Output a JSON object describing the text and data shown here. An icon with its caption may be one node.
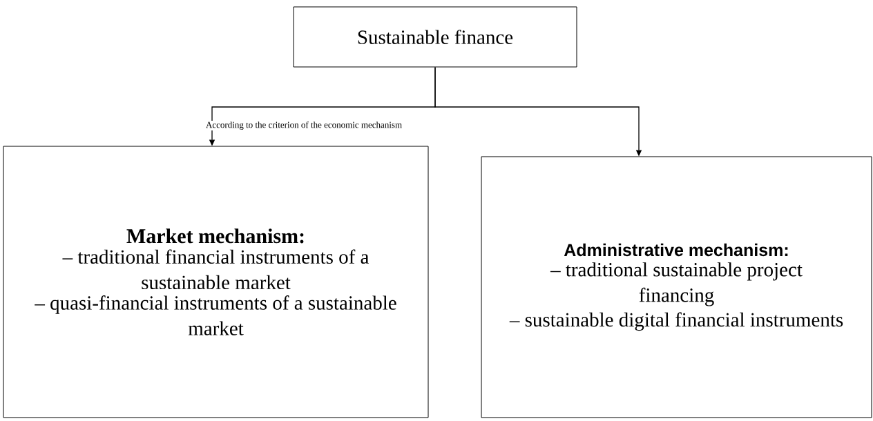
{
  "diagram": {
    "nodes": [
      {
        "text": [
          "Sustainable finance"
        ]
      },
      {
        "text": [
          "Market mechanism:",
          "– traditional financial instruments of a sustainable market",
          "– quasi-financial instruments of a sustainable market"
        ]
      },
      {
        "text": [
          "Administrative mechanism:",
          "– traditional sustainable project financing",
          "– sustainable digital financial instruments"
        ]
      }
    ],
    "edges": [
      {
        "from": 0,
        "to": 1,
        "arrow": "to",
        "label": "According to the criterion of the economic mechanism"
      },
      {
        "from": 0,
        "to": 2,
        "arrow": "to"
      }
    ]
  }
}
